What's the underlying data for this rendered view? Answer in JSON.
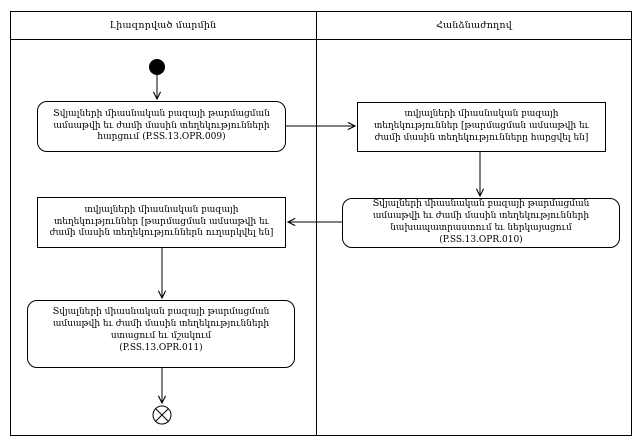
{
  "lanes": [
    {
      "label": "Լիազորված մարմին"
    },
    {
      "label": "Հանձնաժողով"
    }
  ],
  "nodes": {
    "request_info": {
      "label": "Տվյալների միասնական բազայի թարմացման ամսաթվի եւ ժամի մասին տեղեկությունների հարցում",
      "code": "(P.SS.13.OPR.009)"
    },
    "info_requested": {
      "label": "տվյալների միասնական բազայի տեղեկություններ [թարմացման ամսաթվի եւ ժամի մասին տեղեկությունները հարցվել են]"
    },
    "prepare_submit": {
      "label": "Տվյալների միասնական բազայի թարմացման ամսաթվի եւ ժամի մասին տեղեկությունների նախապատրաստում եւ ներկայացում",
      "code": "(P.SS.13.OPR.010)"
    },
    "info_sent": {
      "label": "տվյալների միասնական բազայի տեղեկություններ [թարմացման ամսաթվի եւ ժամի մասին տեղեկություններն ուղարկվել են]"
    },
    "receive_process": {
      "label": "Տվյալների միասնական բազայի թարմացման ամսաթվի եւ ժամի մասին տեղեկությունների ստացում եւ մշակում",
      "code": "(P.SS.13.OPR.011)"
    }
  },
  "colors": {
    "line": "#000000",
    "background": "#ffffff"
  }
}
